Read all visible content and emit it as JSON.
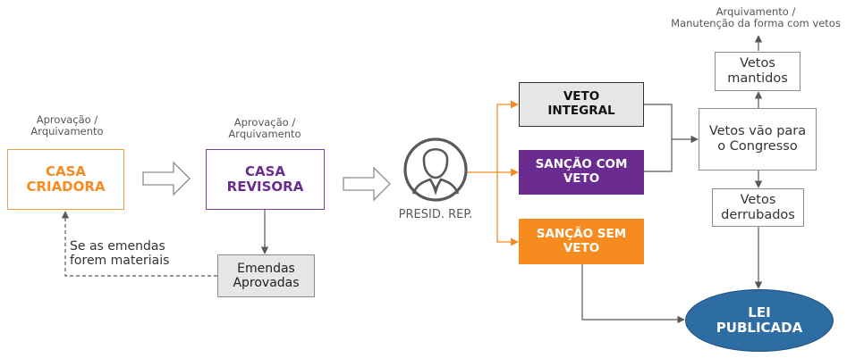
{
  "nodes": {
    "casa_criadora": {
      "label": "CASA\nCRIADORA",
      "caption": "Aprovação /\nArquivamento"
    },
    "casa_revisora": {
      "label": "CASA\nREVISORA",
      "caption": "Aprovação /\nArquivamento"
    },
    "emendas": {
      "label": "Emendas\nAprovadas"
    },
    "presid": {
      "label": "PRESID. REP."
    },
    "veto_integral": {
      "label": "VETO\nINTEGRAL"
    },
    "sancao_com_veto": {
      "label": "SANÇÃO COM\nVETO"
    },
    "sancao_sem_veto": {
      "label": "SANÇÃO SEM\nVETO"
    },
    "vetos_congresso": {
      "label": "Vetos vão para\no Congresso"
    },
    "vetos_mantidos": {
      "label": "Vetos\nmantidos",
      "caption": "Arquivamento /\nManutenção da forma com vetos"
    },
    "vetos_derrubados": {
      "label": "Vetos\nderrubados"
    },
    "lei_publicada": {
      "label": "LEI\nPUBLICADA"
    }
  },
  "feedback_label": "Se as emendas\nforem materiais",
  "colors": {
    "orange": "#f68b1f",
    "purple": "#6a2c91",
    "blue": "#2e6da4",
    "grey_fill": "#e6e6e6",
    "line": "#595959"
  },
  "icons": {
    "presid": "person-icon"
  }
}
